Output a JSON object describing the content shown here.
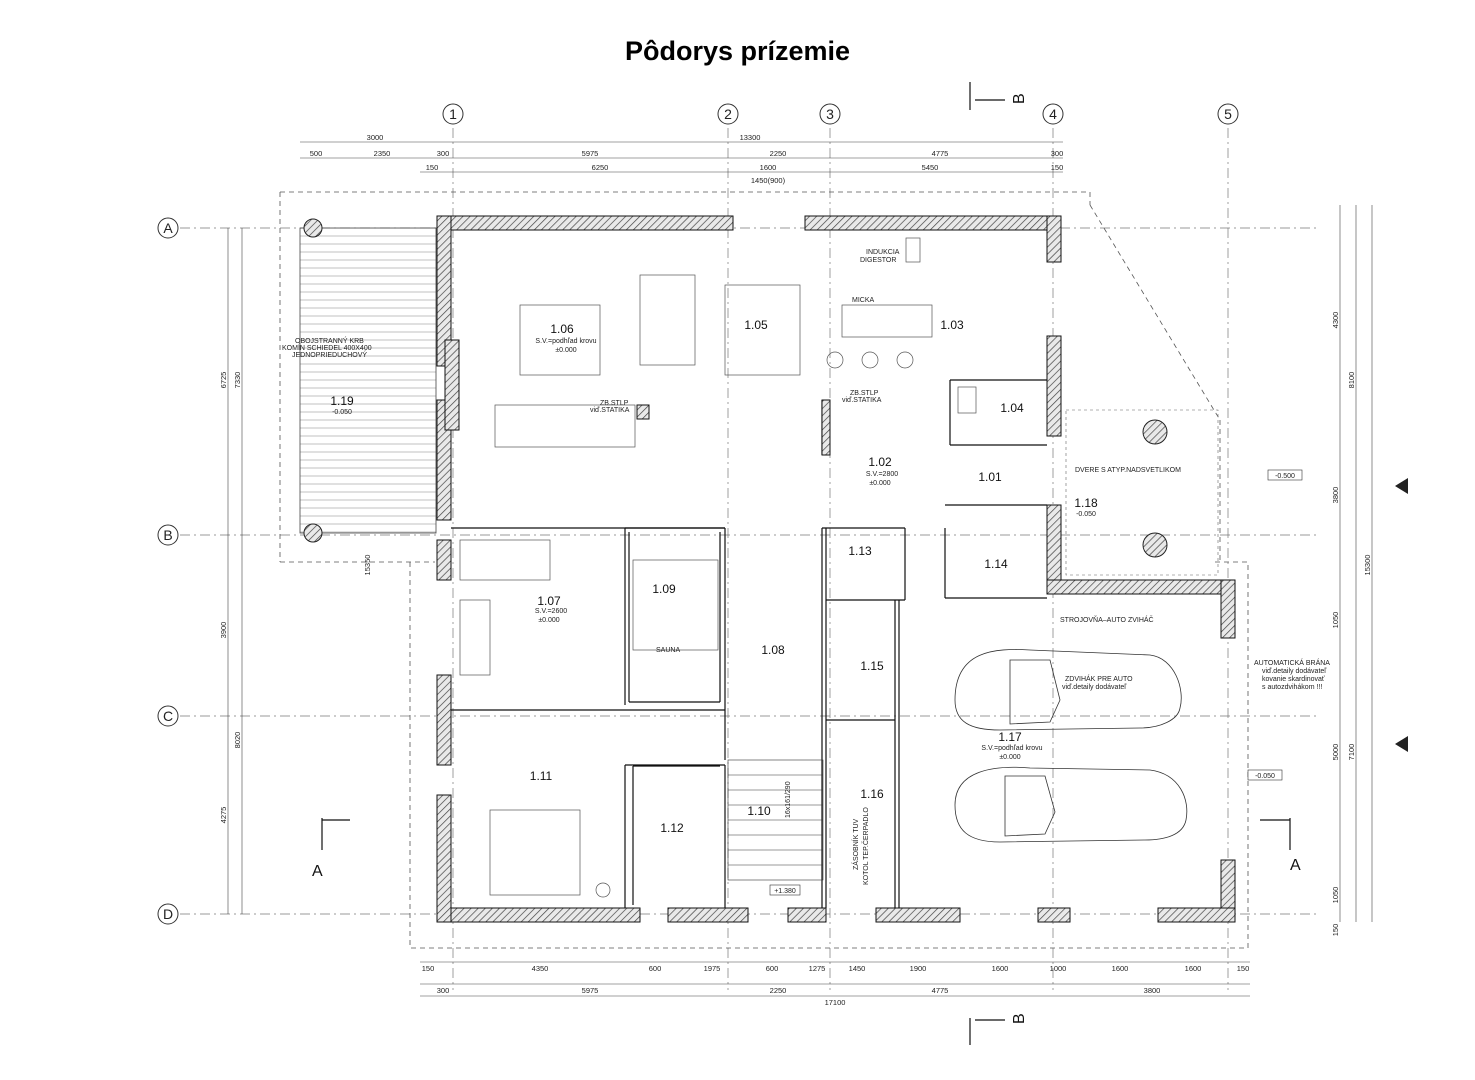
{
  "title": "Pôdorys prízemie",
  "axes_cols": [
    "1",
    "2",
    "3",
    "4",
    "5"
  ],
  "axes_rows": [
    "A",
    "B",
    "C",
    "D"
  ],
  "sections": {
    "a": "A",
    "b": "B"
  },
  "rooms": [
    {
      "id": "1.06",
      "note": "S.V.=podhľad krovu",
      "level": "±0.000"
    },
    {
      "id": "1.05"
    },
    {
      "id": "1.03"
    },
    {
      "id": "1.04"
    },
    {
      "id": "1.19",
      "level": "-0.050"
    },
    {
      "id": "1.02",
      "note": "S.V.=2800",
      "level": "±0.000"
    },
    {
      "id": "1.01"
    },
    {
      "id": "1.18",
      "level": "-0.050"
    },
    {
      "id": "1.07",
      "note": "S.V.=2600",
      "level": "±0.000"
    },
    {
      "id": "1.09"
    },
    {
      "id": "1.13"
    },
    {
      "id": "1.14"
    },
    {
      "id": "1.08"
    },
    {
      "id": "1.15"
    },
    {
      "id": "1.17",
      "note": "S.V.=podhľad krovu",
      "level": "±0.000"
    },
    {
      "id": "1.11"
    },
    {
      "id": "1.12"
    },
    {
      "id": "1.10"
    },
    {
      "id": "1.16"
    }
  ],
  "notes": {
    "indukcia": "INDUKCIA",
    "digestor": "DIGESTOR",
    "micka": "MICKA",
    "krb1": "OBOJSTRANNÝ KRB",
    "krb2": "KOMÍN SCHIEDEL 400X400",
    "krb3": "JEDNOPRIEDUCHOVÝ",
    "zbstlp1": "ZB.STLP",
    "zbstlp2": "viď.STATIKA",
    "dvere": "DVERE S ATYP.NADSVETLIKOM",
    "sauna": "SAUNA",
    "strojovna": "STROJOVŇA–AUTO ZVIHÁČ",
    "zdvihac1": "ZDVIHÁK PRE AUTO",
    "zdvihac2": "viď.detaily dodávateľ",
    "brana1": "AUTOMATICKÁ BRÁNA",
    "brana2": "viď.detaily dodávateľ",
    "brana3": "kovanie skardinovať",
    "brana4": "s autozdvihákom !!!",
    "zasobnik": "ZÁSOBNÍK TUV",
    "kotol": "KOTOL TEP.ČERPADLO",
    "schody": "16x161/290",
    "level_stairs": "+1.380",
    "level_ext1": "-0.500",
    "level_ext2": "-0.050"
  },
  "dims": {
    "top_total": "13300",
    "top_left": "3000",
    "top_row2": [
      "500",
      "2350",
      "300",
      "5975",
      "2250",
      "4775",
      "300"
    ],
    "top_row3": [
      "150",
      "6250",
      "1600",
      "5450",
      "150"
    ],
    "top_mid": "1450(900)",
    "bot_row1": [
      "150",
      "4350",
      "600",
      "1975",
      "600",
      "1275",
      "1450",
      "1900",
      "1600",
      "1000",
      "1600",
      "1600",
      "150"
    ],
    "bot_row2": [
      "300",
      "5975",
      "2250",
      "4775",
      "3800"
    ],
    "bot_total": "17100",
    "left": [
      "6725",
      "7330",
      "3900",
      "8020",
      "4275",
      "15350"
    ],
    "right": [
      "4300",
      "8100",
      "3800",
      "15300",
      "1050",
      "7100",
      "5000",
      "1050",
      "150"
    ]
  }
}
